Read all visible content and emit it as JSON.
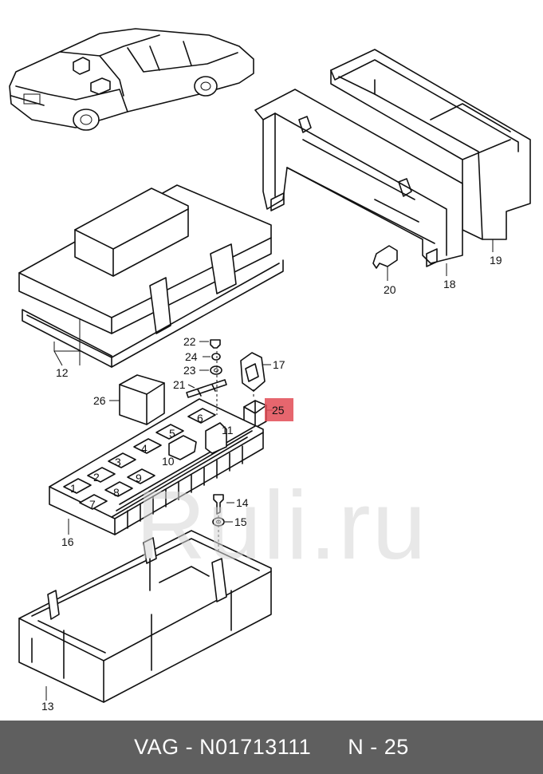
{
  "labels": {
    "p12": "12",
    "p13": "13",
    "p14": "14",
    "p15": "15",
    "p16": "16",
    "p17": "17",
    "p18": "18",
    "p19": "19",
    "p20": "20",
    "p21": "21",
    "p22": "22",
    "p23": "23",
    "p24": "24",
    "p25": "25",
    "p26": "26",
    "s1": "1",
    "s2": "2",
    "s3": "3",
    "s4": "4",
    "s5": "5",
    "s6": "6",
    "s7": "7",
    "s8": "8",
    "s9": "9",
    "s10": "10",
    "s11": "11"
  },
  "highlight": {
    "part": "25",
    "color": "#e24b55"
  },
  "watermark": "Ruli.ru",
  "footer": {
    "part_number": "VAG - N01713111",
    "position": "N - 25"
  }
}
